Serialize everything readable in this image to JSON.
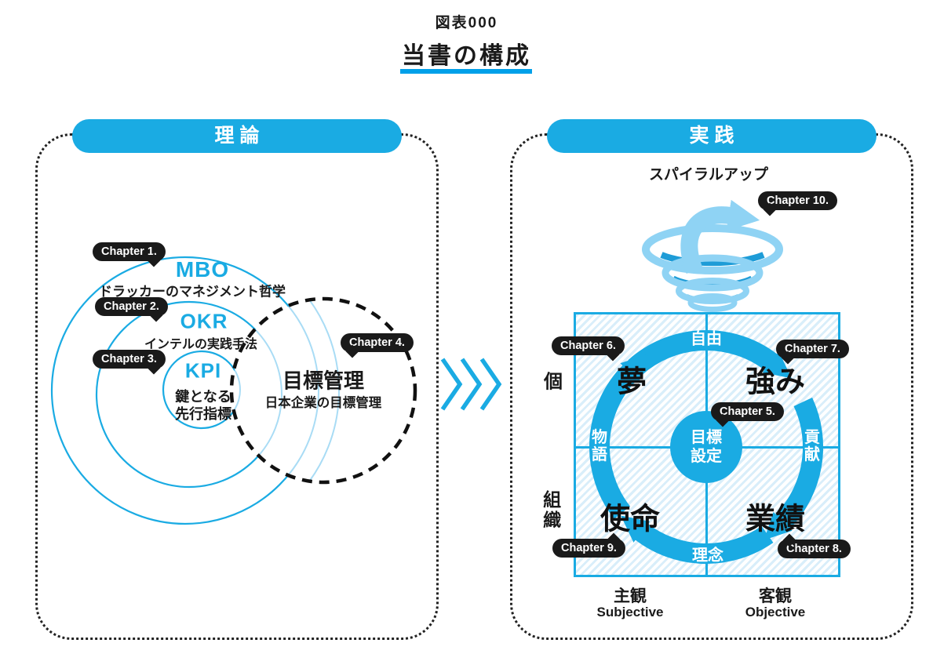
{
  "title": {
    "tag": "図表000",
    "main": "当書の構成"
  },
  "chapters": [
    "Chapter 1.",
    "Chapter 2.",
    "Chapter 3.",
    "Chapter 4.",
    "Chapter 5.",
    "Chapter 6.",
    "Chapter 7.",
    "Chapter 8.",
    "Chapter 9.",
    "Chapter 10."
  ],
  "theory": {
    "header": "理 論",
    "mbo": {
      "name": "MBO",
      "desc": "ドラッカーのマネジメント哲学"
    },
    "okr": {
      "name": "OKR",
      "desc": "インテルの実践手法"
    },
    "kpi": {
      "name": "KPI",
      "desc1": "鍵となる",
      "desc2": "先行指標"
    },
    "mokuhyo": {
      "name": "目標管理",
      "desc": "日本企業の目標管理"
    }
  },
  "practice": {
    "header": "実 践",
    "spiral_label": "スパイラルアップ",
    "center_line1": "目標",
    "center_line2": "設定",
    "quad_dream": "夢",
    "quad_strength": "強み",
    "quad_mission": "使命",
    "quad_performance": "業績",
    "arc_top": "自由",
    "arc_right": "貢献",
    "arc_bottom": "理念",
    "arc_left": "物語",
    "axis_individual": "個",
    "axis_organization": "組織",
    "subjective": "主観",
    "subjective_en": "Subjective",
    "objective": "客観",
    "objective_en": "Objective"
  },
  "icons": {
    "chevrons": "triple-chevron-right",
    "spiral": "spiral-up-arrow"
  },
  "colors": {
    "blue": "#1AABE3",
    "light_blue": "#8FD3F4",
    "pale_blue": "#D9EEFA",
    "underline_blue": "#00A0E9",
    "black": "#1a1a1a"
  }
}
